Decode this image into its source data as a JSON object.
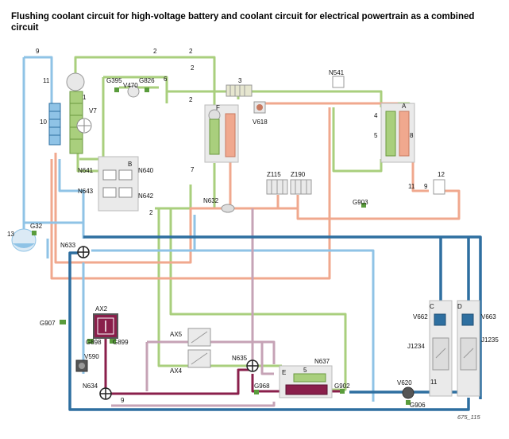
{
  "title": "Flushing coolant circuit for high-voltage battery and coolant circuit for electrical powertrain as a combined circuit",
  "reference": "675_115",
  "colors": {
    "coolant_green": "#a9cf7d",
    "coolant_red": "#f0a88e",
    "coolant_light_blue": "#8fc3e6",
    "coolant_dark_blue": "#2e6fa0",
    "coolant_pink": "#c6a3b6",
    "coolant_maroon": "#8a1f4b",
    "sensor_green": "#5a9c3c"
  },
  "labels": {
    "n1": "1",
    "n2a": "2",
    "n2b": "2",
    "n2c": "2",
    "n2d": "2",
    "n3": "3",
    "n4": "4",
    "n5a": "5",
    "n5b": "5",
    "n6": "6",
    "n7": "7",
    "n8": "8",
    "n9a": "9",
    "n9b": "9",
    "n9c": "9",
    "n10": "10",
    "n11a": "11",
    "n11b": "11",
    "n11c": "11",
    "n12": "12",
    "n13": "13",
    "A": "A",
    "B": "B",
    "C": "C",
    "D": "D",
    "E": "E",
    "F": "F",
    "V7": "V7",
    "G395": "G395",
    "V470": "V470",
    "G826": "G826",
    "N541": "N541",
    "V618": "V618",
    "N641": "N641",
    "N640": "N640",
    "N643": "N643",
    "N642": "N642",
    "N632": "N632",
    "Z115": "Z115",
    "Z190": "Z190",
    "G903": "G903",
    "G32": "G32",
    "N633": "N633",
    "G907": "G907",
    "AX2": "AX2",
    "G898": "G898",
    "G899": "G899",
    "V590": "V590",
    "AX5": "AX5",
    "AX4": "AX4",
    "N635": "N635",
    "N637": "N637",
    "G968": "G968",
    "G902": "G902",
    "N634": "N634",
    "V620": "V620",
    "G906": "G906",
    "V662": "V662",
    "V663": "V663",
    "J1234": "J1234",
    "J1235": "J1235"
  }
}
